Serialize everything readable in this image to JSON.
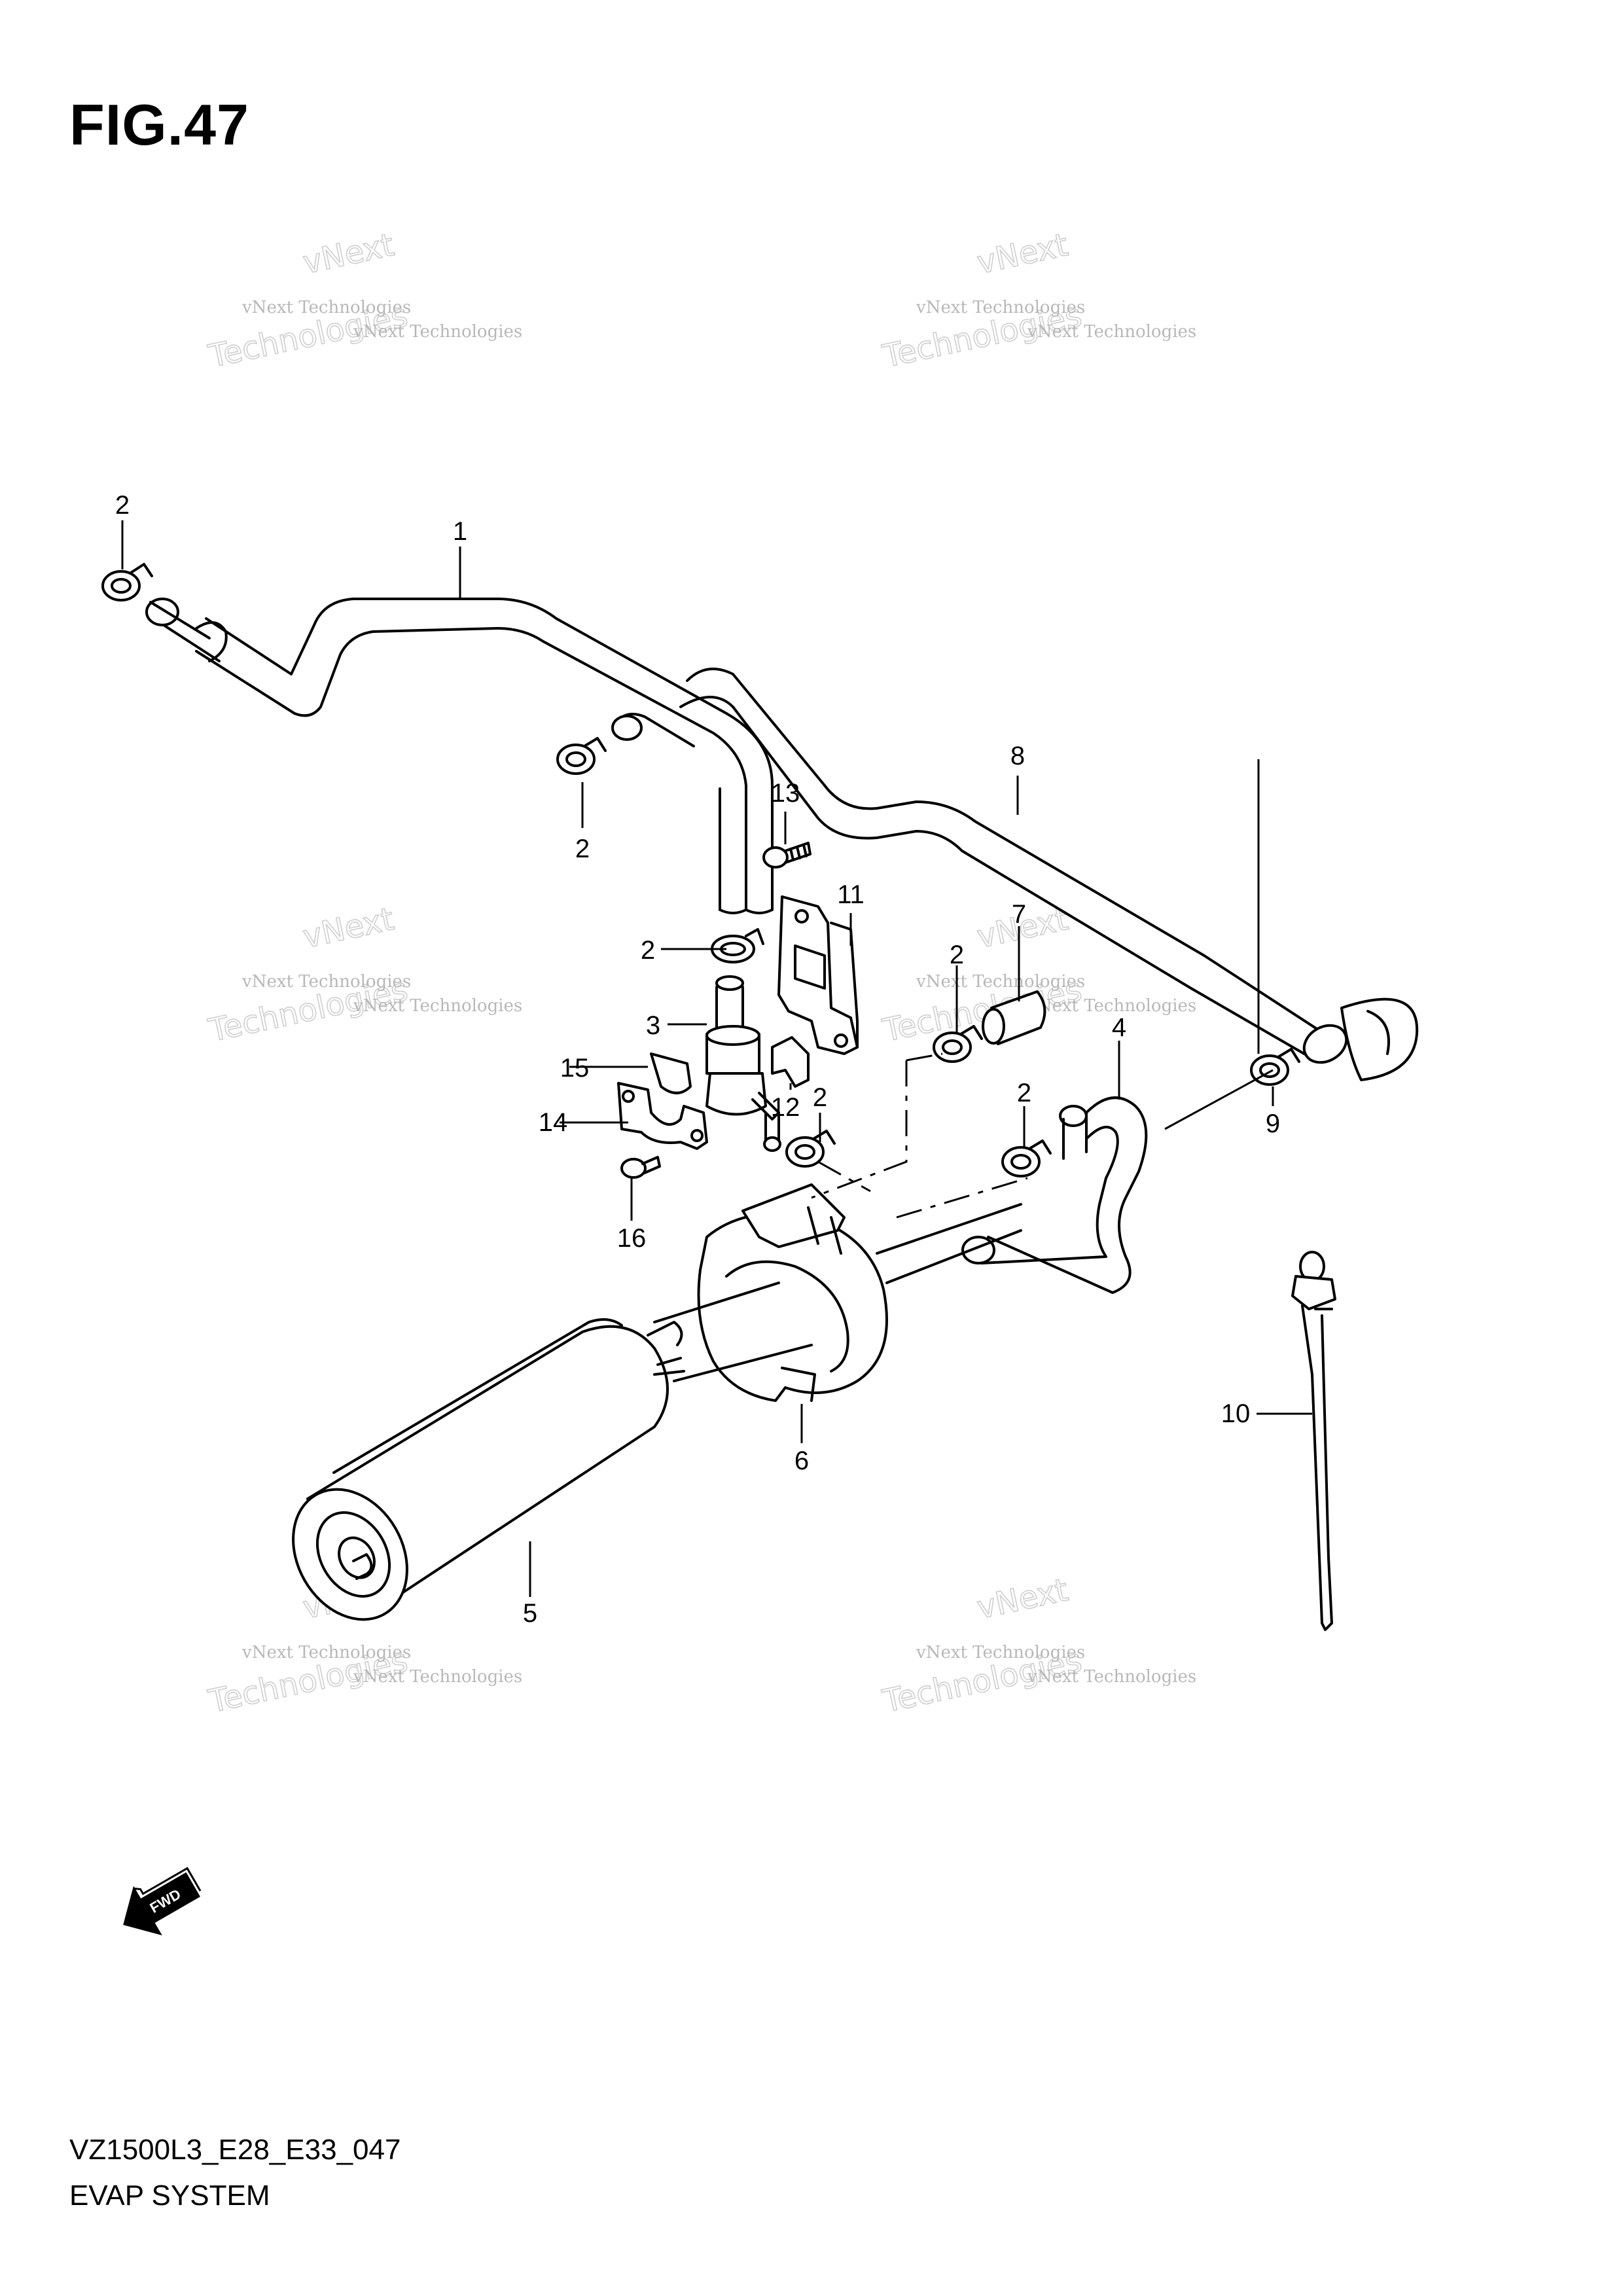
{
  "figure_label": "FIG.47",
  "model_code": "VZ1500L3_E28_E33_047",
  "section_name": "EVAP SYSTEM",
  "watermark": {
    "line1": "vNext Technologies",
    "line2": "vNext",
    "line3": "Technologies"
  },
  "direction_arrow": "FWD",
  "callouts": {
    "c1": "1",
    "c2a": "2",
    "c2b": "2",
    "c2c": "2",
    "c2d": "2",
    "c2e": "2",
    "c2f": "2",
    "c3": "3",
    "c4": "4",
    "c5": "5",
    "c6": "6",
    "c7": "7",
    "c8": "8",
    "c9": "9",
    "c10": "10",
    "c11": "11",
    "c12": "12",
    "c13": "13",
    "c14": "14",
    "c15": "15",
    "c16": "16"
  }
}
